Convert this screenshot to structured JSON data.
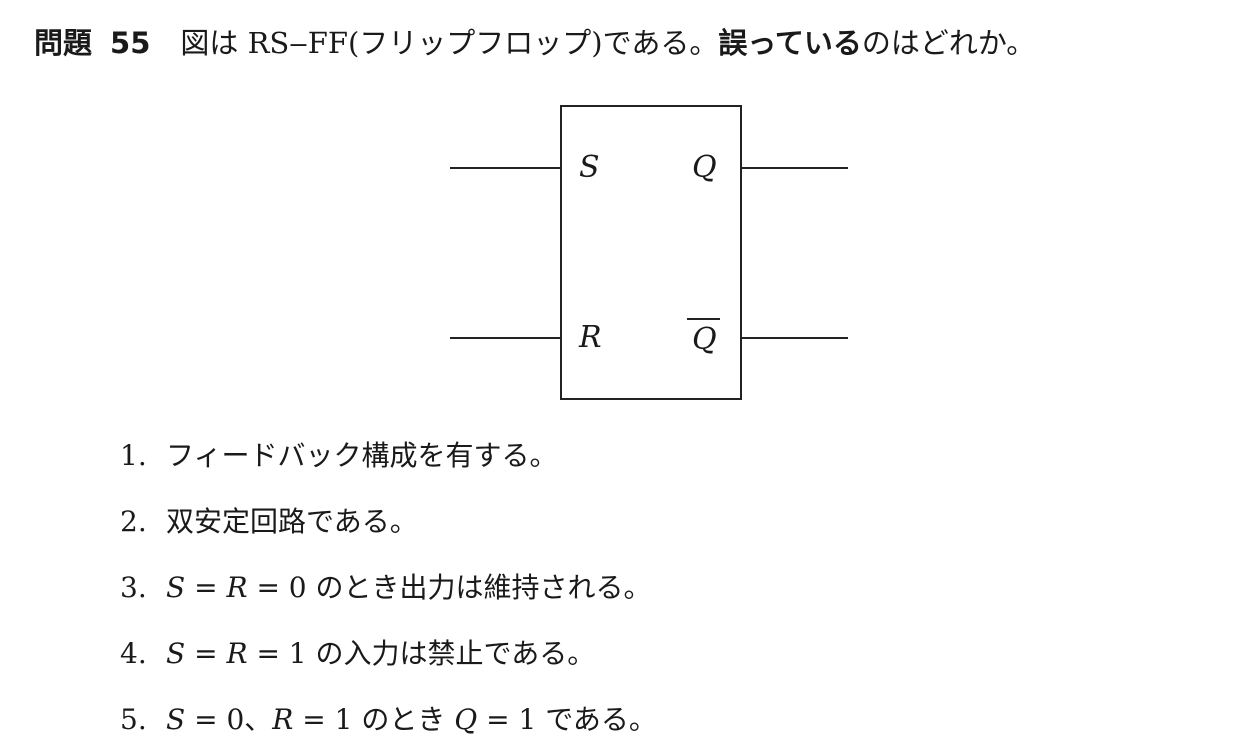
{
  "question": {
    "label": "問題",
    "number": "55",
    "text_1": "図は RS‒FF(フリップフロップ)である。",
    "emphasis": "誤っている",
    "text_2": "のはどれか。"
  },
  "diagram": {
    "s": "S",
    "r": "R",
    "q": "Q",
    "q_bar": "Q"
  },
  "options": [
    {
      "n": "1.",
      "text": "フィードバック構成を有する。"
    },
    {
      "n": "2.",
      "text": "双安定回路である。"
    },
    {
      "n": "3.",
      "a": "S",
      "b": " = ",
      "c": "R",
      "d": " = 0 のとき出力は維持される。"
    },
    {
      "n": "4.",
      "a": "S",
      "b": " = ",
      "c": "R",
      "d": " = 1 の入力は禁止である。"
    },
    {
      "n": "5.",
      "a": "S",
      "b": " = 0、",
      "c": "R",
      "d": " = 1 のとき ",
      "e": "Q",
      "f": " = 1 である。"
    }
  ]
}
